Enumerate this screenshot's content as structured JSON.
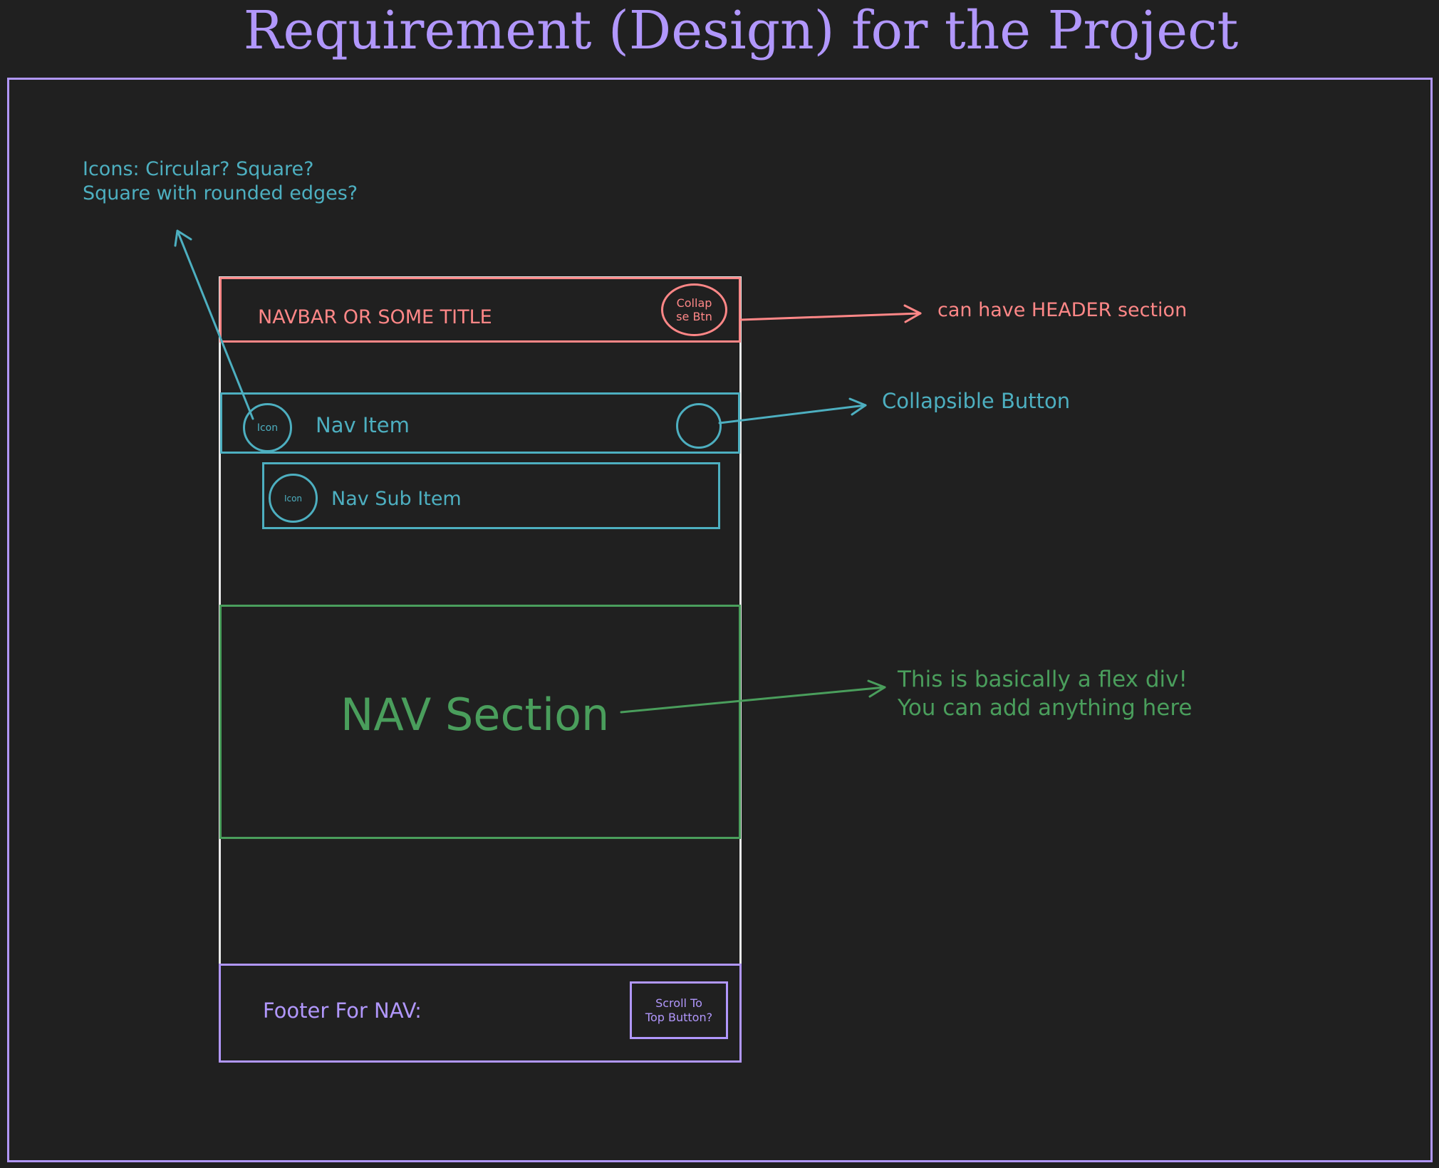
{
  "title": "Requirement (Design) for the Project",
  "colors": {
    "background": "#202020",
    "purple": "#b197fc",
    "red": "#ff8787",
    "teal": "#4dafc0",
    "green": "#4a9e5c",
    "white": "#e9e9e9"
  },
  "icons_note": {
    "line1": "Icons: Circular? Square?",
    "line2": "Square with rounded edges?"
  },
  "header": {
    "title": "NAVBAR OR SOME TITLE",
    "collapse_btn_line1": "Collap",
    "collapse_btn_line2": "se Btn",
    "annotation": "can have HEADER section"
  },
  "nav_item": {
    "icon_label": "Icon",
    "label": "Nav Item",
    "annotation": "Collapsible Button"
  },
  "nav_sub_item": {
    "icon_label": "Icon",
    "label": "Nav Sub Item"
  },
  "nav_section": {
    "label": "NAV Section",
    "annotation_line1": "This is basically a flex div!",
    "annotation_line2": "You can add anything here"
  },
  "footer": {
    "label": "Footer For NAV:",
    "button_line1": "Scroll To",
    "button_line2": "Top Button?"
  }
}
